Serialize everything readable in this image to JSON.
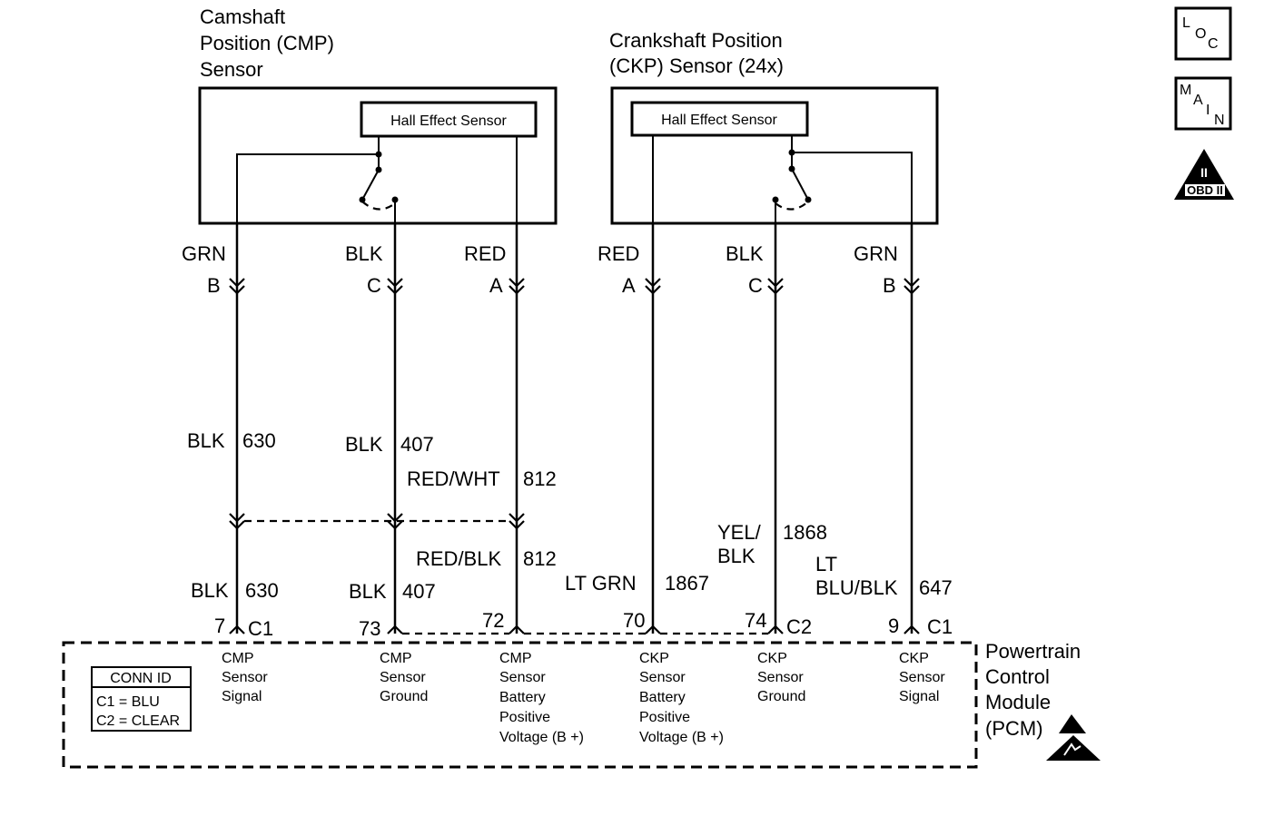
{
  "cmp_sensor": {
    "title_lines": [
      "Camshaft",
      "Position (CMP)",
      "Sensor"
    ],
    "hall_label": "Hall Effect Sensor"
  },
  "ckp_sensor": {
    "title_lines": [
      "Crankshaft Position",
      "(CKP) Sensor (24x)"
    ],
    "hall_label": "Hall Effect Sensor"
  },
  "sensor_wires": [
    {
      "color": "GRN",
      "pin": "B"
    },
    {
      "color": "BLK",
      "pin": "C"
    },
    {
      "color": "RED",
      "pin": "A"
    },
    {
      "color": "RED",
      "pin": "A"
    },
    {
      "color": "BLK",
      "pin": "C"
    },
    {
      "color": "GRN",
      "pin": "B"
    }
  ],
  "harness_upper": [
    {
      "color": "BLK",
      "circuit": "630"
    },
    {
      "color": "BLK",
      "circuit": "407"
    },
    {
      "color": "RED/WHT",
      "circuit": "812"
    }
  ],
  "harness_lower": [
    {
      "color": "BLK",
      "circuit": "630"
    },
    {
      "color": "BLK",
      "circuit": "407"
    },
    {
      "color": "RED/BLK",
      "circuit": "812"
    },
    {
      "color": "LT GRN",
      "circuit": "1867"
    },
    {
      "color_lines": [
        "YEL/",
        "BLK"
      ],
      "circuit": "1868"
    },
    {
      "color_lines": [
        "LT",
        "BLU/BLK"
      ],
      "circuit": "647"
    }
  ],
  "pcm_pins": [
    {
      "pin": "7",
      "connector": "C1"
    },
    {
      "pin": "73",
      "connector": ""
    },
    {
      "pin": "72",
      "connector": ""
    },
    {
      "pin": "70",
      "connector": ""
    },
    {
      "pin": "74",
      "connector": "C2"
    },
    {
      "pin": "9",
      "connector": "C1"
    }
  ],
  "pcm_functions": [
    [
      "CMP",
      "Sensor",
      "Signal"
    ],
    [
      "CMP",
      "Sensor",
      "Ground"
    ],
    [
      "CMP",
      "Sensor",
      "Battery",
      "Positive",
      "Voltage (B +)"
    ],
    [
      "CKP",
      "Sensor",
      "Battery",
      "Positive",
      "Voltage (B +)"
    ],
    [
      "CKP",
      "Sensor",
      "Ground"
    ],
    [
      "CKP",
      "Sensor",
      "Signal"
    ]
  ],
  "pcm": {
    "title_lines": [
      "Powertrain",
      "Control",
      "Module",
      "(PCM)"
    ]
  },
  "conn_id": {
    "header": "CONN ID",
    "rows": [
      "C1 = BLU",
      "C2 = CLEAR"
    ]
  },
  "nav": {
    "loc": [
      "L",
      "O",
      "C"
    ],
    "main": [
      "M",
      "A",
      "I",
      "N"
    ],
    "obd": {
      "numeral": "II",
      "text": "OBD II"
    }
  },
  "colors": {
    "ink": "#000000",
    "paper": "#ffffff"
  }
}
